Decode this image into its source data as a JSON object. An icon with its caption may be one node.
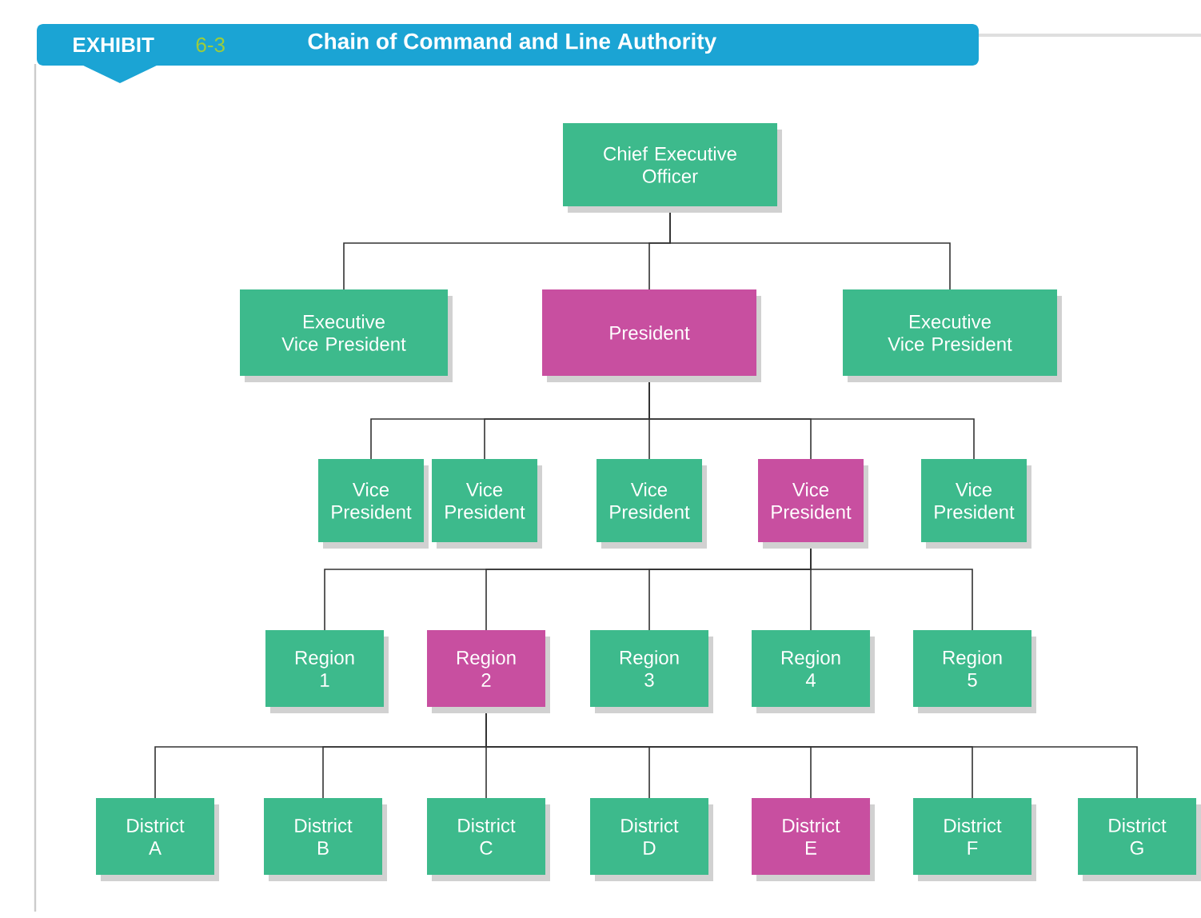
{
  "diagram": {
    "title": "Chain of Command and Line Authority",
    "labels": [
      "EXHIBIT",
      "6-3"
    ],
    "nodes": [
      {
        "text": [
          "Chief Executive Officer"
        ]
      },
      {
        "text": [
          "Executive Vice President"
        ]
      },
      {
        "text": [
          "President"
        ]
      },
      {
        "text": [
          "Executive Vice President"
        ]
      },
      {
        "text": [
          "Vice President"
        ]
      },
      {
        "text": [
          "Vice President"
        ]
      },
      {
        "text": [
          "Vice President"
        ]
      },
      {
        "text": [
          "Vice President"
        ]
      },
      {
        "text": [
          "Vice President"
        ]
      },
      {
        "text": [
          "Region 1"
        ]
      },
      {
        "text": [
          "Region 2"
        ]
      },
      {
        "text": [
          "Region 3"
        ]
      },
      {
        "text": [
          "Region 4"
        ]
      },
      {
        "text": [
          "Region 5"
        ]
      },
      {
        "text": [
          "District A"
        ]
      },
      {
        "text": [
          "District B"
        ]
      },
      {
        "text": [
          "District C"
        ]
      },
      {
        "text": [
          "District D"
        ]
      },
      {
        "text": [
          "District E"
        ]
      },
      {
        "text": [
          "District F"
        ]
      },
      {
        "text": [
          "District G"
        ]
      }
    ],
    "edges": [
      {
        "from": 0,
        "to": 1,
        "arrow": "none"
      },
      {
        "from": 0,
        "to": 2,
        "arrow": "none"
      },
      {
        "from": 0,
        "to": 3,
        "arrow": "none"
      },
      {
        "from": 2,
        "to": 4,
        "arrow": "none"
      },
      {
        "from": 2,
        "to": 5,
        "arrow": "none"
      },
      {
        "from": 2,
        "to": 6,
        "arrow": "none"
      },
      {
        "from": 2,
        "to": 7,
        "arrow": "none"
      },
      {
        "from": 2,
        "to": 8,
        "arrow": "none"
      },
      {
        "from": 7,
        "to": 9,
        "arrow": "none"
      },
      {
        "from": 7,
        "to": 10,
        "arrow": "none"
      },
      {
        "from": 7,
        "to": 11,
        "arrow": "none"
      },
      {
        "from": 7,
        "to": 12,
        "arrow": "none"
      },
      {
        "from": 7,
        "to": 13,
        "arrow": "none"
      },
      {
        "from": 10,
        "to": 14,
        "arrow": "none"
      },
      {
        "from": 10,
        "to": 15,
        "arrow": "none"
      },
      {
        "from": 10,
        "to": 16,
        "arrow": "none"
      },
      {
        "from": 10,
        "to": 17,
        "arrow": "none"
      },
      {
        "from": 10,
        "to": 18,
        "arrow": "none"
      },
      {
        "from": 10,
        "to": 19,
        "arrow": "none"
      },
      {
        "from": 10,
        "to": 20,
        "arrow": "none"
      }
    ]
  }
}
